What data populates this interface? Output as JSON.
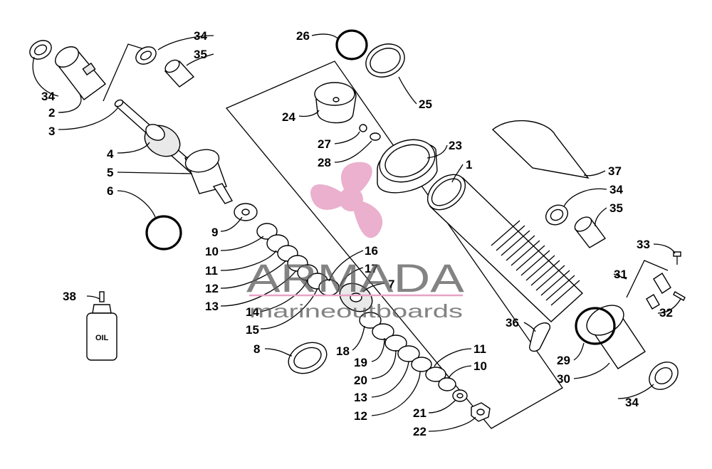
{
  "callouts": {
    "c1": "1",
    "c2": "2",
    "c3": "3",
    "c4": "4",
    "c5": "5",
    "c6": "6",
    "c7": "7",
    "c8": "8",
    "c9": "9",
    "c10a": "10",
    "c10b": "10",
    "c11a": "11",
    "c11b": "11",
    "c12a": "12",
    "c12b": "12",
    "c13a": "13",
    "c13b": "13",
    "c14": "14",
    "c15": "15",
    "c16": "16",
    "c17": "17",
    "c18": "18",
    "c19": "19",
    "c20": "20",
    "c21": "21",
    "c22": "22",
    "c23": "23",
    "c24": "24",
    "c25": "25",
    "c26": "26",
    "c27": "27",
    "c28": "28",
    "c29": "29",
    "c30": "30",
    "c31": "31",
    "c32": "32",
    "c33": "33",
    "c34a": "34",
    "c34b": "34",
    "c34c": "34",
    "c34d": "34",
    "c35a": "35",
    "c35b": "35",
    "c36": "36",
    "c37": "37",
    "c38": "38"
  },
  "oil_bottle": {
    "label": "OIL"
  },
  "watermark": {
    "brand": "ARMADA",
    "tagline": "marineoutboards",
    "logo_color": "#e7a3c6",
    "text_color": "#5a5a5a"
  }
}
